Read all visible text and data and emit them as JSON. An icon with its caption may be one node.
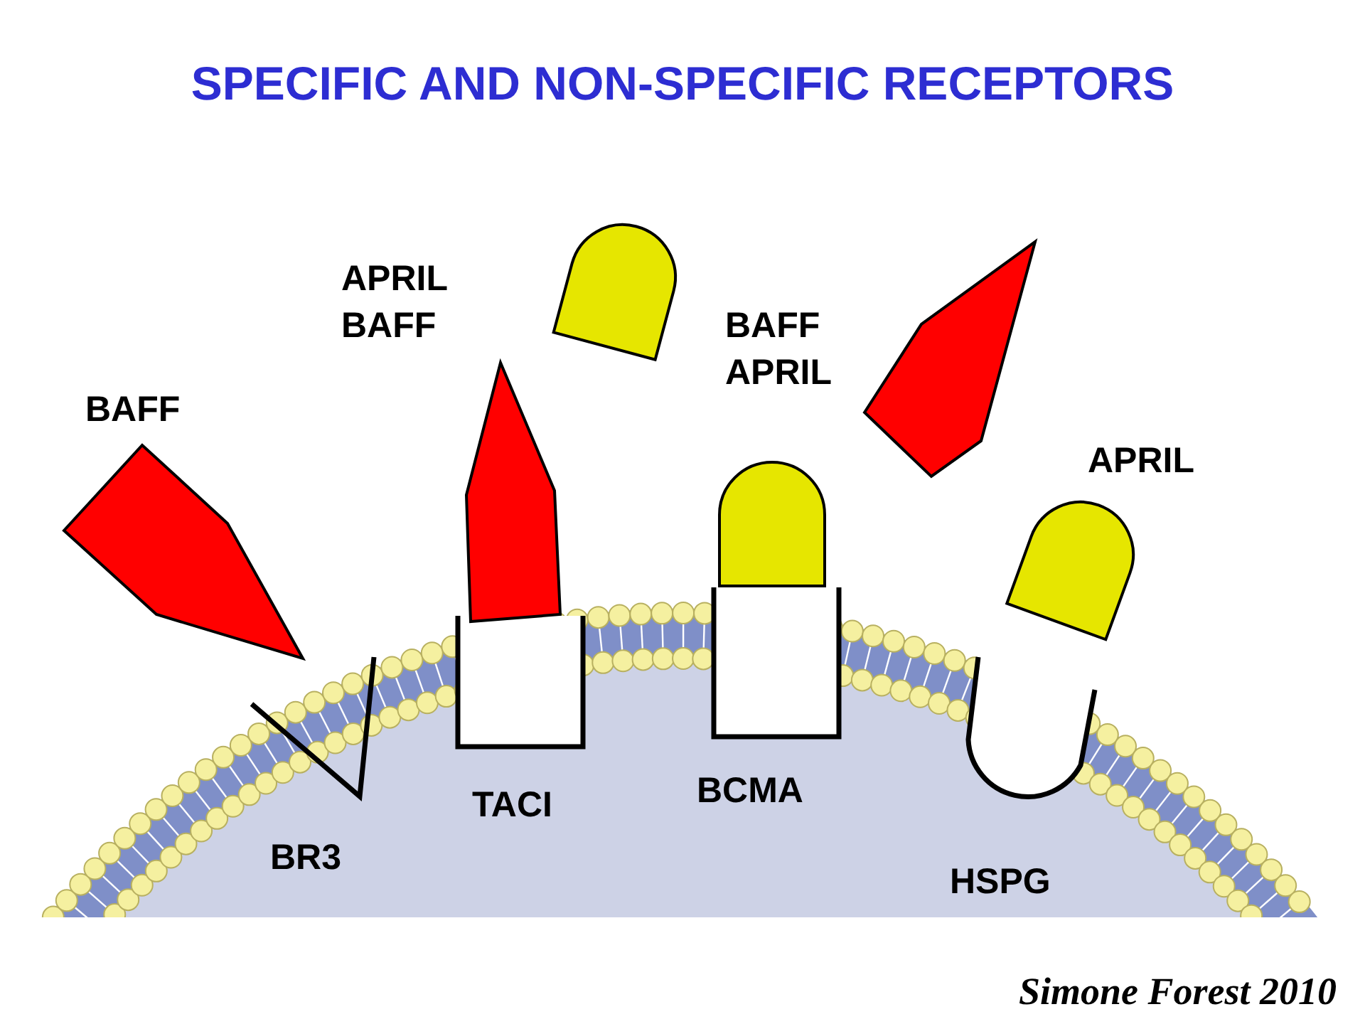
{
  "diagram": {
    "title": "SPECIFIC AND NON-SPECIFIC RECEPTORS",
    "labels": [
      "BAFF",
      "APRIL BAFF",
      "BAFF APRIL",
      "APRIL",
      "TACI",
      "BCMA",
      "BR3",
      "HSPG",
      "Simone Forest 2010"
    ]
  }
}
